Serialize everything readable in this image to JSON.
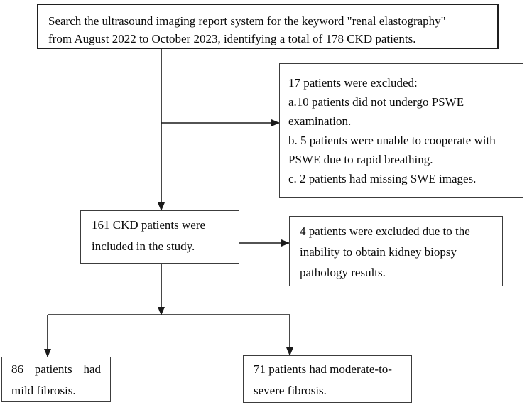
{
  "flowchart": {
    "title": "CKD patient selection flow diagram",
    "colors": {
      "line": "#1a1a1a",
      "border": "#3c3c3c",
      "text": "#0a0a0a",
      "background": "#ffffff"
    },
    "boxes": {
      "search": {
        "text": "Search the ultrasound imaging report system for the keyword \"renal elastography\"\nfrom August 2022 to October 2023, identifying a total of 178 CKD patients."
      },
      "excluded_17": {
        "text": "17 patients were excluded:\na.10 patients did not undergo PSWE\nexamination.\nb. 5 patients were unable to cooperate with\nPSWE due to rapid breathing.\nc. 2 patients had missing SWE images."
      },
      "included_161": {
        "text": "161 CKD patients were\nincluded in the study."
      },
      "excluded_4": {
        "text": "4 patients were excluded due to the\ninability to obtain kidney biopsy\npathology results."
      },
      "mild_86": {
        "text": "86 patients had mild fibrosis."
      },
      "moderate_severe_71": {
        "text": "71 patients had moderate-to-\nsevere fibrosis."
      }
    }
  }
}
